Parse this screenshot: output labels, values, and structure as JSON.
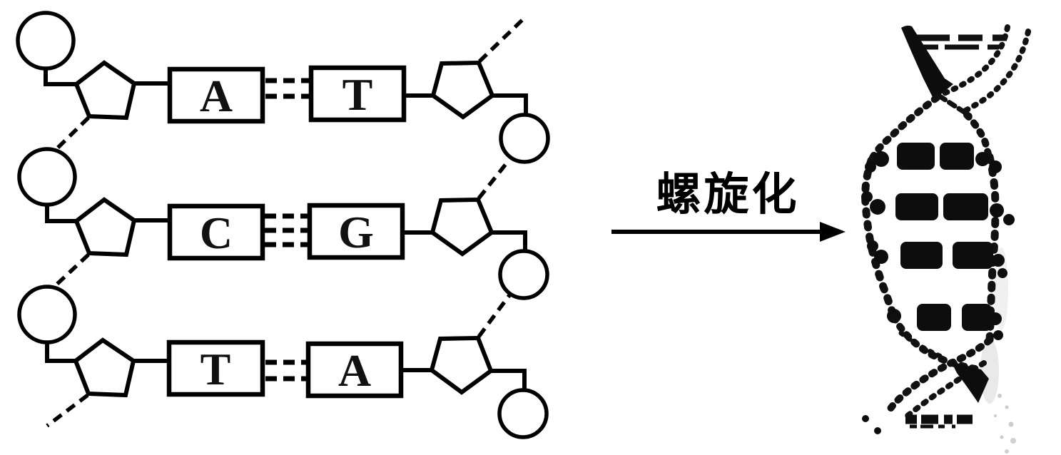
{
  "figure": {
    "process_label": "螺旋化",
    "base_pairs": [
      {
        "left_base": "A",
        "right_base": "T",
        "hydrogen_bonds": 2
      },
      {
        "left_base": "C",
        "right_base": "G",
        "hydrogen_bonds": 3
      },
      {
        "left_base": "T",
        "right_base": "A",
        "hydrogen_bonds": 2
      }
    ],
    "colors": {
      "ink": "#000000",
      "background": "#ffffff"
    }
  }
}
